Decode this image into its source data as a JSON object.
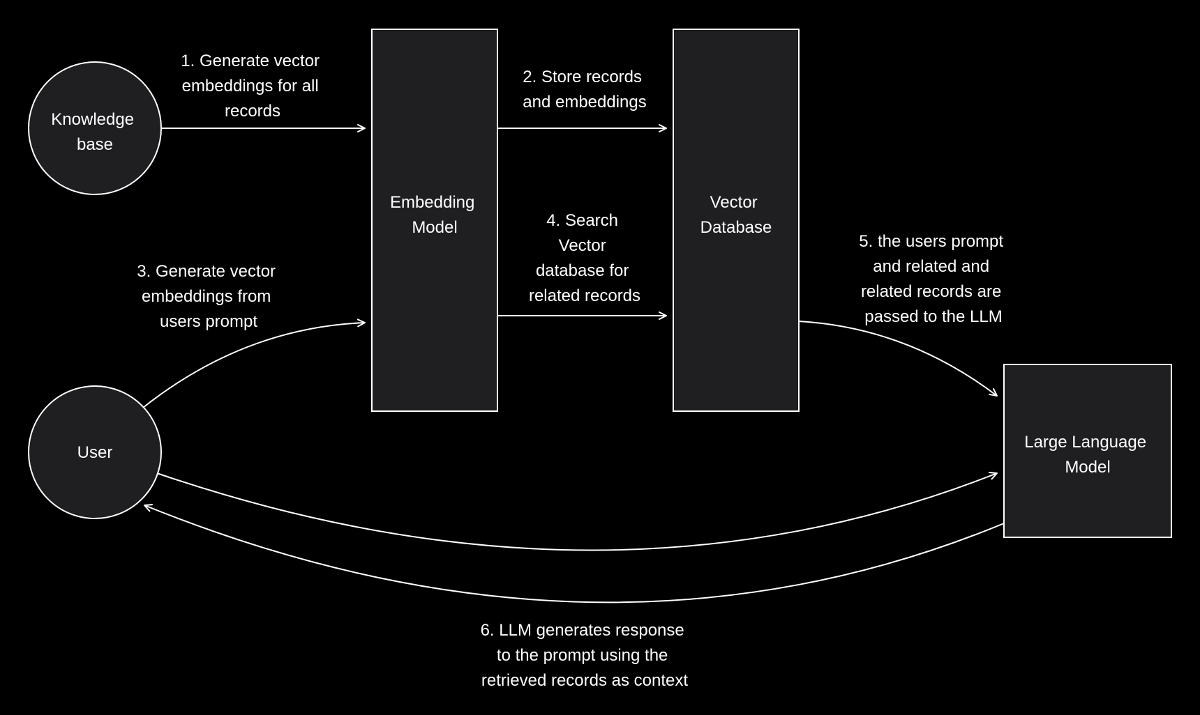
{
  "colors": {
    "background": "#000000",
    "node_fill": "#1f1f22",
    "stroke": "#ffffff",
    "text": "#ffffff"
  },
  "nodes": {
    "knowledge_base": {
      "lines": [
        "Knowledge",
        "base"
      ]
    },
    "user": {
      "lines": [
        "User"
      ]
    },
    "embedding_model": {
      "lines": [
        "Embedding",
        "Model"
      ]
    },
    "vector_database": {
      "lines": [
        "Vector",
        "Database"
      ]
    },
    "llm": {
      "lines": [
        "Large Language",
        "Model"
      ]
    }
  },
  "edges": {
    "step1": {
      "lines": [
        "1. Generate vector",
        "embeddings for all",
        "records"
      ]
    },
    "step2": {
      "lines": [
        "2. Store records",
        "and embeddings"
      ]
    },
    "step3": {
      "lines": [
        "3. Generate vector",
        "embeddings from",
        "users prompt"
      ]
    },
    "step4": {
      "lines": [
        "4. Search",
        "Vector",
        "database for",
        "related records"
      ]
    },
    "step5": {
      "lines": [
        "5. the users prompt",
        "and related and",
        "related records are",
        "passed to the LLM"
      ]
    },
    "step6": {
      "lines": [
        "6. LLM generates response",
        "to the prompt using the",
        "retrieved records as context"
      ]
    }
  }
}
